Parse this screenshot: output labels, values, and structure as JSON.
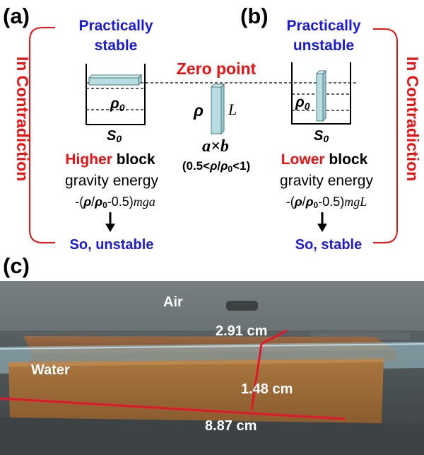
{
  "panel_a": {
    "label": "(a)",
    "header": [
      "Practically",
      "stable"
    ],
    "rho_label": "ρ",
    "rho_sub": "0",
    "s_label": "S",
    "s_sub": "0",
    "energy_highlight": "Higher",
    "energy_rest": " block",
    "energy_line2": "gravity energy",
    "formula_prefix": "-(",
    "formula_rho": "ρ",
    "formula_slash": "/",
    "formula_rho0": "ρ",
    "formula_rho0_sub": "0",
    "formula_suffix": "-0.5)",
    "formula_var": "mga",
    "conclusion": "So, unstable",
    "side_text": "In Contradiction"
  },
  "panel_b": {
    "label": "(b)",
    "header": [
      "Practically",
      "unstable"
    ],
    "rho_label": "ρ",
    "rho_sub": "0",
    "s_label": "S",
    "s_sub": "0",
    "energy_highlight": "Lower",
    "energy_rest": " block",
    "energy_line2": "gravity energy",
    "formula_prefix": "-(",
    "formula_rho": "ρ",
    "formula_slash": "/",
    "formula_rho0": "ρ",
    "formula_rho0_sub": "0",
    "formula_suffix": "-0.5)",
    "formula_var": "mgL",
    "conclusion": "So, stable",
    "side_text": "In Contradiction"
  },
  "center": {
    "zero_point": "Zero point",
    "rho": "ρ",
    "length": "L",
    "dims": "a×b",
    "cond_prefix": "(0.5<",
    "cond_rho": "ρ",
    "cond_slash": "/",
    "cond_rho0": "ρ",
    "cond_rho0_sub": "0",
    "cond_suffix": "<1)"
  },
  "panel_c": {
    "label": "(c)",
    "air": "Air",
    "water": "Water",
    "width_cm": "2.91 cm",
    "height_cm": "1.48 cm",
    "length_cm": "8.87 cm"
  },
  "colors": {
    "red": "#ee1111",
    "blue": "#1a1ae0",
    "black": "#000000",
    "block": "#b8dde0",
    "line": "#e4162c"
  }
}
